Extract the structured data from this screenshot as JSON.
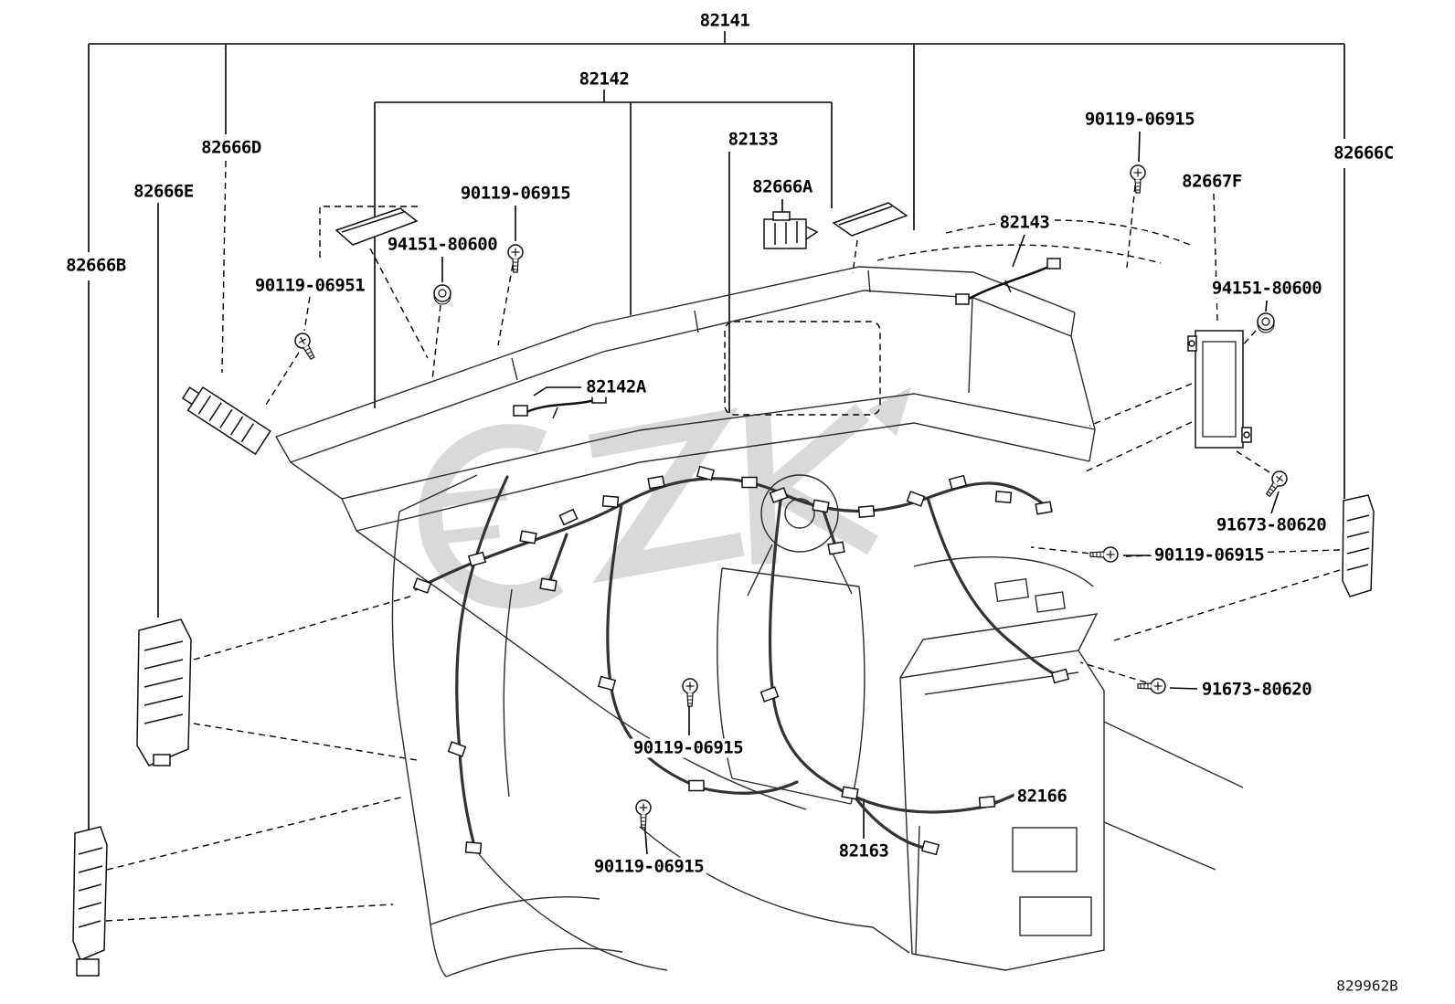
{
  "diagram": {
    "code": "829962B",
    "labels": [
      {
        "name": "part-label-82141",
        "text": "82141"
      },
      {
        "name": "part-label-82142",
        "text": "82142"
      },
      {
        "name": "part-label-82133",
        "text": "82133"
      },
      {
        "name": "part-label-82666A",
        "text": "82666A"
      },
      {
        "name": "part-label-82666D",
        "text": "82666D"
      },
      {
        "name": "part-label-82666E",
        "text": "82666E"
      },
      {
        "name": "part-label-82666B",
        "text": "82666B"
      },
      {
        "name": "part-label-90119-06915-top-left",
        "text": "90119-06915"
      },
      {
        "name": "part-label-94151-80600-left",
        "text": "94151-80600"
      },
      {
        "name": "part-label-90119-06951",
        "text": "90119-06951"
      },
      {
        "name": "part-label-82142A",
        "text": "82142A"
      },
      {
        "name": "part-label-82143",
        "text": "82143"
      },
      {
        "name": "part-label-90119-06915-top-right",
        "text": "90119-06915"
      },
      {
        "name": "part-label-82666C",
        "text": "82666C"
      },
      {
        "name": "part-label-82667F",
        "text": "82667F"
      },
      {
        "name": "part-label-94151-80600-right",
        "text": "94151-80600"
      },
      {
        "name": "part-label-91673-80620-upper",
        "text": "91673-80620"
      },
      {
        "name": "part-label-90119-06915-right-mid",
        "text": "90119-06915"
      },
      {
        "name": "part-label-91673-80620-lower",
        "text": "91673-80620"
      },
      {
        "name": "part-label-90119-06915-center",
        "text": "90119-06915"
      },
      {
        "name": "part-label-82166",
        "text": "82166"
      },
      {
        "name": "part-label-82163",
        "text": "82163"
      },
      {
        "name": "part-label-90119-06915-bottom",
        "text": "90119-06915"
      }
    ]
  }
}
